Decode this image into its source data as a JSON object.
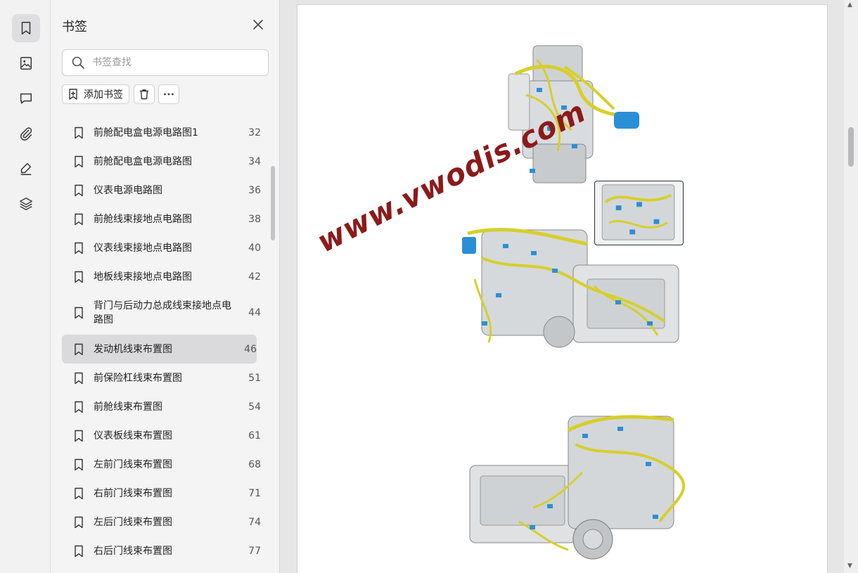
{
  "rail": {
    "items": [
      {
        "icon": "bookmark-icon",
        "active": true
      },
      {
        "icon": "image-thumbnail-icon",
        "active": false
      },
      {
        "icon": "comment-icon",
        "active": false
      },
      {
        "icon": "paperclip-icon",
        "active": false
      },
      {
        "icon": "signature-pen-icon",
        "active": false
      },
      {
        "icon": "layers-icon",
        "active": false
      }
    ]
  },
  "panel": {
    "title": "书签",
    "search_placeholder": "书签查找",
    "add_label": "添加书签"
  },
  "bookmarks": [
    {
      "label": "前舱配电盒电源电路图1",
      "page": "32"
    },
    {
      "label": "前舱配电盒电源电路图",
      "page": "34"
    },
    {
      "label": "仪表电源电路图",
      "page": "36"
    },
    {
      "label": "前舱线束接地点电路图",
      "page": "38"
    },
    {
      "label": "仪表线束接地点电路图",
      "page": "40"
    },
    {
      "label": "地板线束接地点电路图",
      "page": "42"
    },
    {
      "label": "背门与后动力总成线束接地点电路图",
      "page": "44"
    },
    {
      "label": "发动机线束布置图",
      "page": "46",
      "selected": true
    },
    {
      "label": "前保险杠线束布置图",
      "page": "51"
    },
    {
      "label": "前舱线束布置图",
      "page": "54"
    },
    {
      "label": "仪表板线束布置图",
      "page": "61"
    },
    {
      "label": "左前门线束布置图",
      "page": "68"
    },
    {
      "label": "右前门线束布置图",
      "page": "71"
    },
    {
      "label": "左后门线束布置图",
      "page": "74"
    },
    {
      "label": "右后门线束布置图",
      "page": "77"
    }
  ],
  "document": {
    "watermark": "www.vwodis.com"
  },
  "colors": {
    "harness": "#d6cf2a",
    "connector": "#2b8fd6",
    "watermark": "#8c1a1a"
  }
}
